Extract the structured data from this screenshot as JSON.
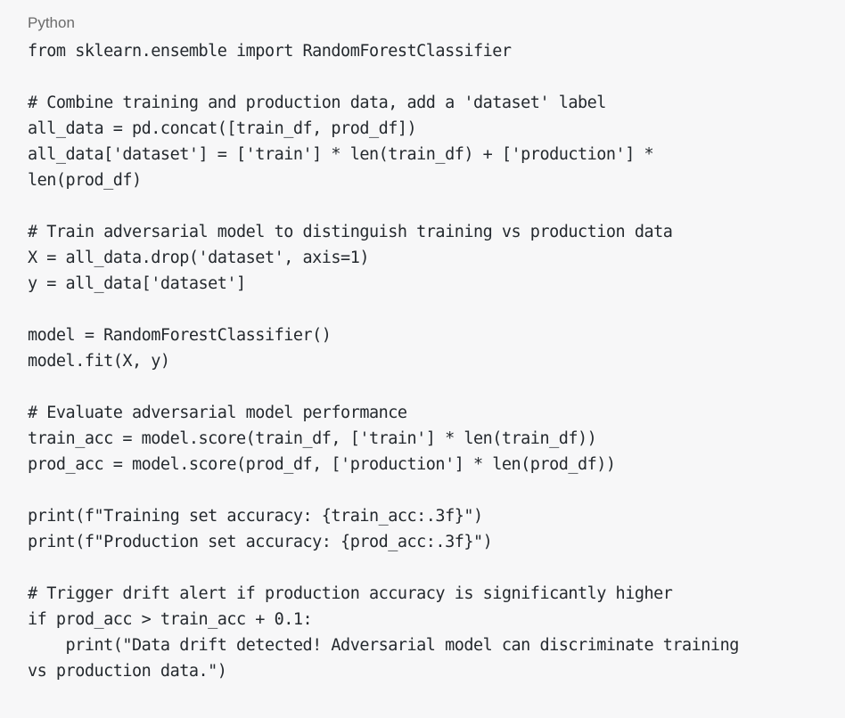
{
  "code_block": {
    "language": "Python",
    "lines": [
      "from sklearn.ensemble import RandomForestClassifier",
      "",
      "# Combine training and production data, add a 'dataset' label",
      "all_data = pd.concat([train_df, prod_df])",
      "all_data['dataset'] = ['train'] * len(train_df) + ['production'] *",
      "len(prod_df)",
      "",
      "# Train adversarial model to distinguish training vs production data",
      "X = all_data.drop('dataset', axis=1)",
      "y = all_data['dataset']",
      "",
      "model = RandomForestClassifier()",
      "model.fit(X, y)",
      "",
      "# Evaluate adversarial model performance",
      "train_acc = model.score(train_df, ['train'] * len(train_df))",
      "prod_acc = model.score(prod_df, ['production'] * len(prod_df))",
      "",
      "print(f\"Training set accuracy: {train_acc:.3f}\")",
      "print(f\"Production set accuracy: {prod_acc:.3f}\")",
      "",
      "# Trigger drift alert if production accuracy is significantly higher",
      "if prod_acc > train_acc + 0.1:",
      "    print(\"Data drift detected! Adversarial model can discriminate training",
      "vs production data.\")"
    ]
  }
}
